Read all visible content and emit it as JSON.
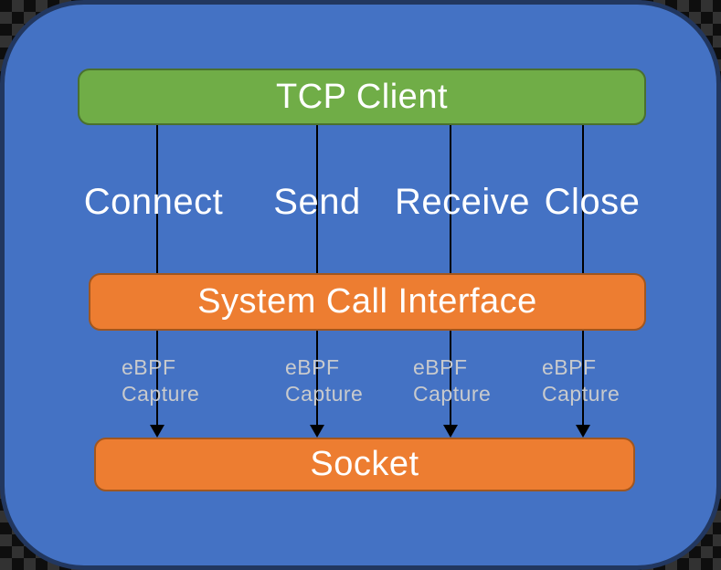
{
  "diagram": {
    "nodes": {
      "tcp_client": {
        "label": "TCP Client"
      },
      "system_call_interface": {
        "label": "System Call Interface"
      },
      "socket": {
        "label": "Socket"
      }
    },
    "flows": [
      {
        "label": "Connect",
        "capture": "eBPF\nCapture"
      },
      {
        "label": "Send",
        "capture": "eBPF\nCapture"
      },
      {
        "label": "Receive",
        "capture": "eBPF\nCapture"
      },
      {
        "label": "Close",
        "capture": "eBPF\nCapture"
      }
    ],
    "colors": {
      "panel_fill": "#4472C4",
      "panel_border": "#22375F",
      "green_fill": "#70AD47",
      "green_border": "#4A702F",
      "orange_fill": "#ED7D31",
      "orange_border": "#A0561F",
      "arrow": "#000000",
      "label_text": "#FFFFFF",
      "capture_text": "#C8CACD",
      "background": "#0e0e0e"
    }
  }
}
